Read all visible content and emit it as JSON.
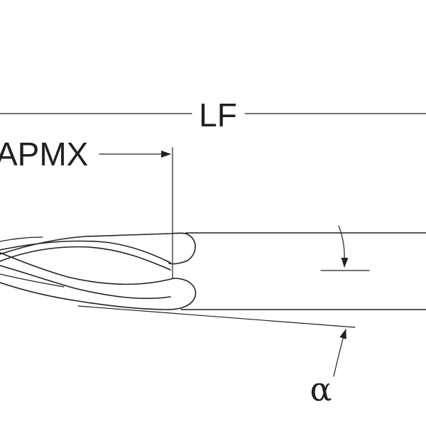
{
  "labels": {
    "overall_length": "LF",
    "max_cut_depth": "APMX",
    "angle": "α"
  },
  "colors": {
    "line": "#231f20",
    "background": "#ffffff"
  }
}
